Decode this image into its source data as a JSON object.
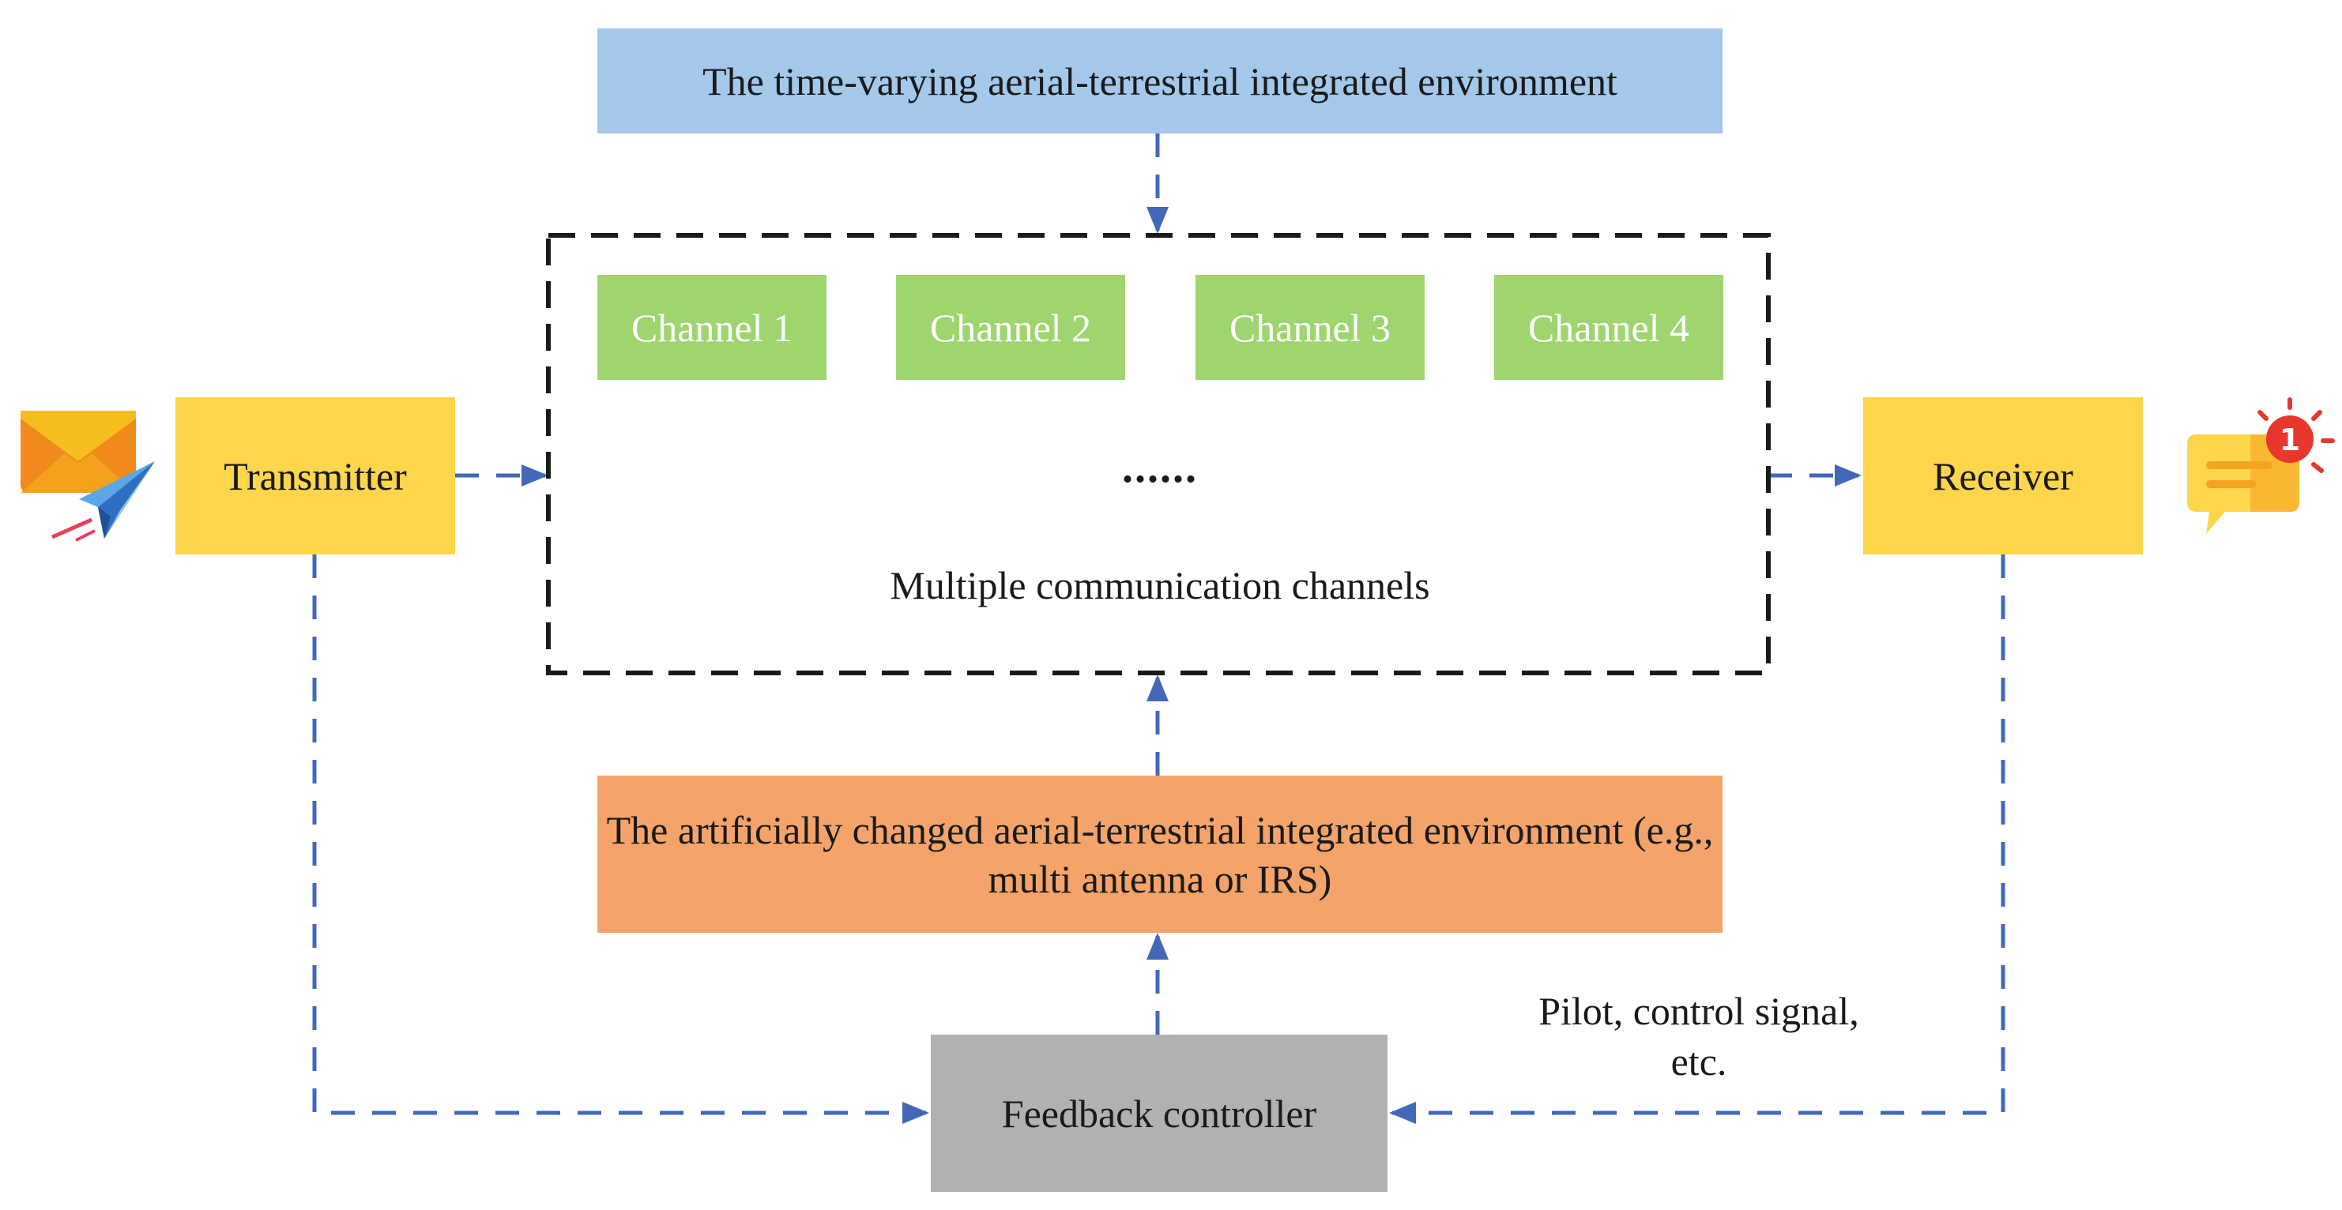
{
  "colors": {
    "env_top": "#a3c8ea",
    "env_mid": "#f4a46a",
    "channel": "#9ed56f",
    "endpoint": "#fdd64b",
    "feedback": "#b2b1b1",
    "arrow": "#4468b8",
    "frame": "#1a1a1a"
  },
  "environment": {
    "natural_label": "The time-varying aerial-terrestrial integrated environment",
    "artificial_label": "The artificially changed aerial-terrestrial integrated environment (e.g., multi antenna or IRS)"
  },
  "channels": {
    "items": [
      "Channel 1",
      "Channel 2",
      "Channel 3",
      "Channel 4"
    ],
    "ellipsis": "......",
    "group_label": "Multiple communication channels"
  },
  "transmitter": {
    "label": "Transmitter",
    "icon": "mail-send-icon"
  },
  "receiver": {
    "label": "Receiver",
    "icon": "message-notification-icon",
    "badge": "1"
  },
  "feedback": {
    "label": "Feedback controller",
    "signal_label": "Pilot, control signal, etc."
  }
}
